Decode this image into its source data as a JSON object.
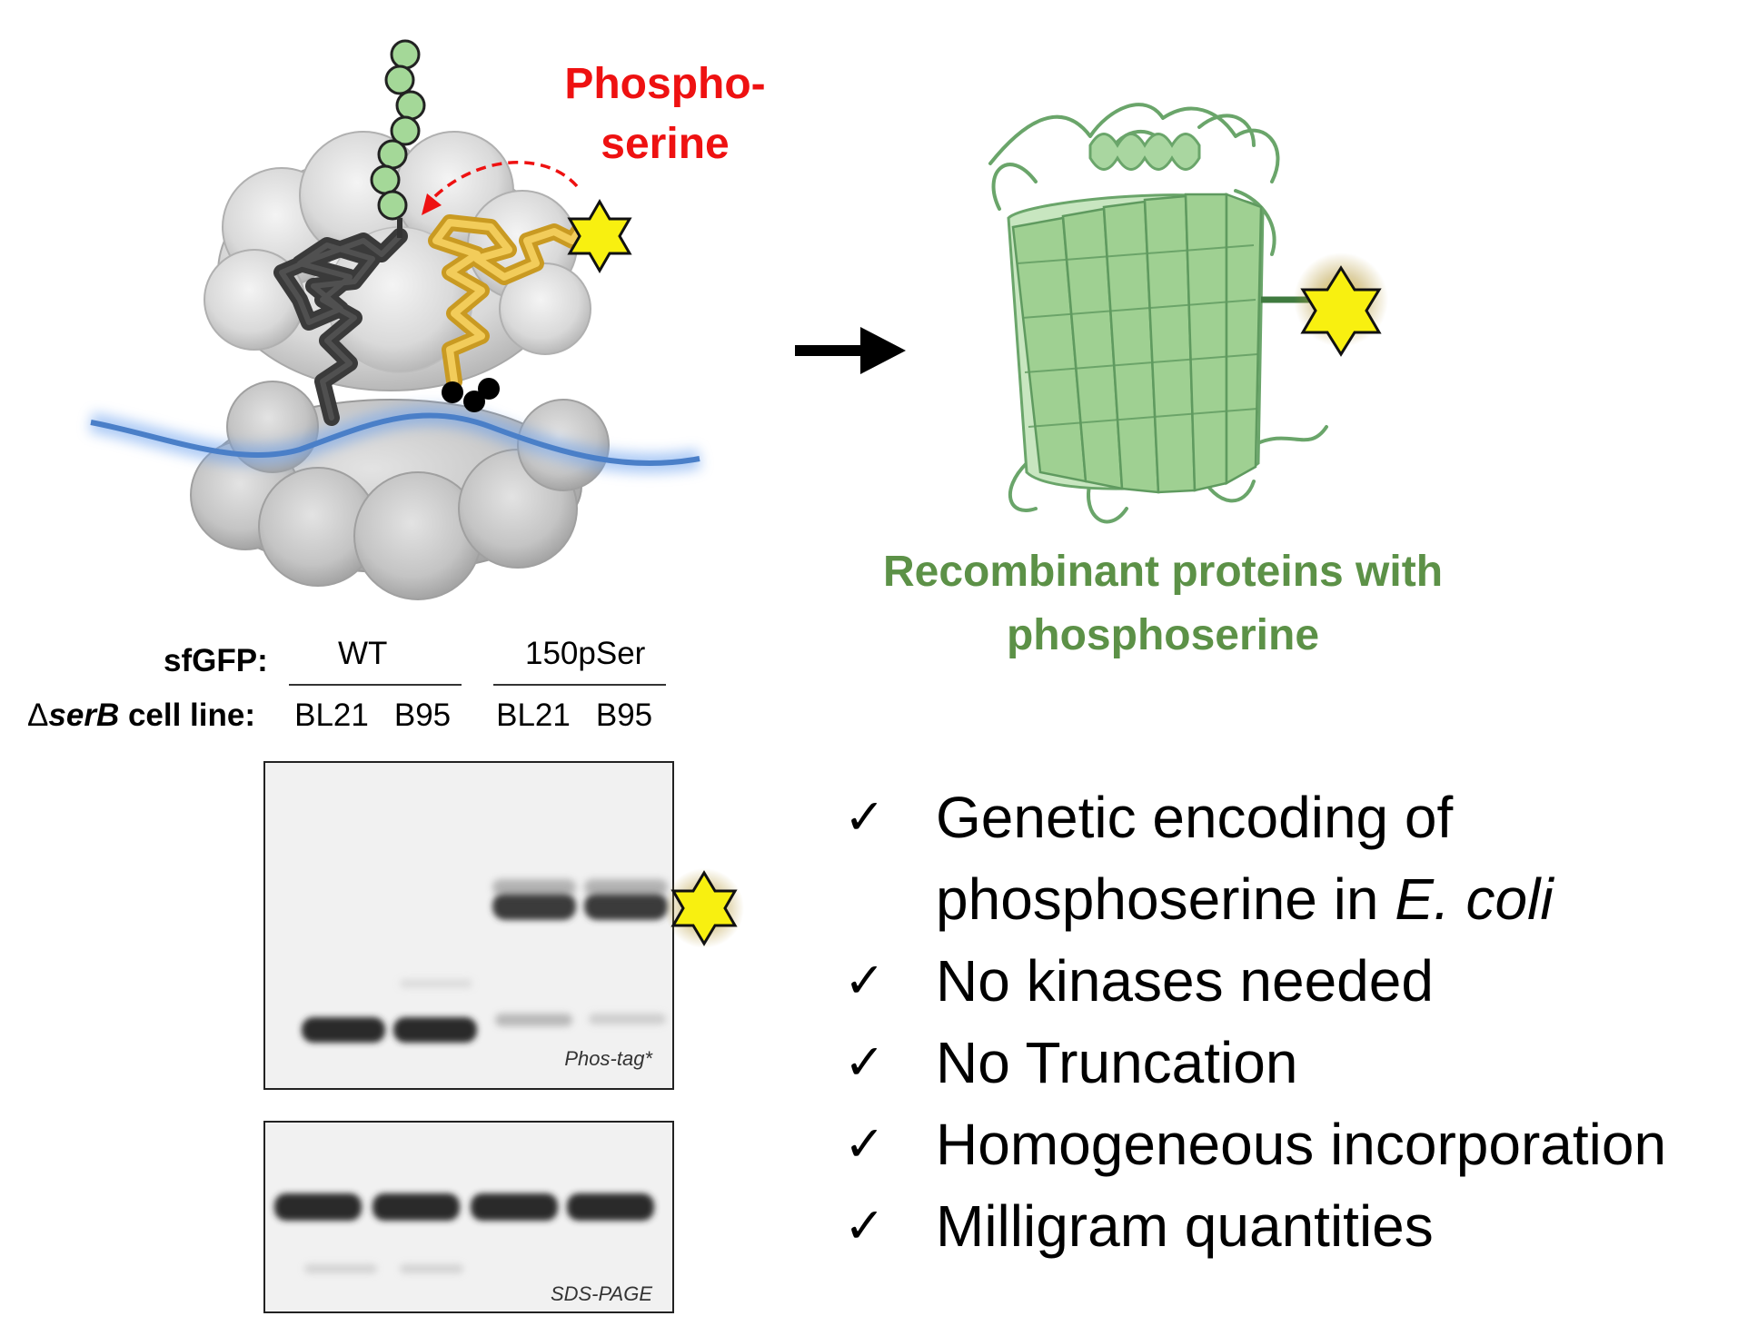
{
  "ribosome_panel": {
    "amino_acid_label_line1": "Phospho-",
    "amino_acid_label_line2": "serine"
  },
  "protein_panel": {
    "caption_line1": "Recombinant proteins with",
    "caption_line2": "phosphoserine"
  },
  "gel": {
    "sfgfp_label": "sfGFP:",
    "group_wt": "WT",
    "group_mut": "150pSer",
    "cell_line_delta": "Δ",
    "cell_line_gene": "serB",
    "cell_line_rest": " cell line:",
    "lanes": [
      "BL21",
      "B95",
      "BL21",
      "B95"
    ],
    "phos_tag_label": "Phos-tag*",
    "sds_page_label": "SDS-PAGE"
  },
  "checklist": {
    "mark": "✓",
    "items": [
      {
        "text": "Genetic encoding of",
        "text2_plain": "phosphoserine in ",
        "text2_italic": "E. coli"
      },
      {
        "text": "No kinases needed"
      },
      {
        "text": "No Truncation"
      },
      {
        "text": "Homogeneous incorporation"
      },
      {
        "text": "Milligram quantities"
      }
    ]
  },
  "colors": {
    "red_label": "#ee1111",
    "green_caption": "#5c9147",
    "protein_green": "#8fc48f",
    "star_yellow": "#f8f010",
    "mrna_blue": "#5a8fd8",
    "trna_black": "#3a3a3a",
    "trna_gold": "#e8b83c"
  }
}
